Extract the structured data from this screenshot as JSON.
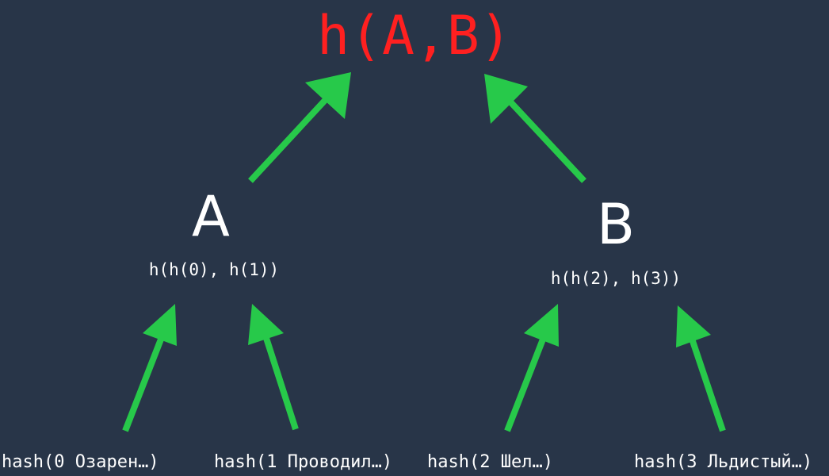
{
  "root_label": "h(A,B)",
  "nodes": {
    "a": {
      "label": "A",
      "formula": "h(h(0), h(1))"
    },
    "b": {
      "label": "B",
      "formula": "h(h(2), h(3))"
    }
  },
  "leaves": [
    "hash(0 Озарен…)",
    "hash(1 Проводил…)",
    "hash(2 Шел…)",
    "hash(3 Льдистый…)"
  ],
  "colors": {
    "background": "#283548",
    "root_text": "#ff2020",
    "node_text": "#ffffff",
    "arrow": "#27c94a"
  }
}
